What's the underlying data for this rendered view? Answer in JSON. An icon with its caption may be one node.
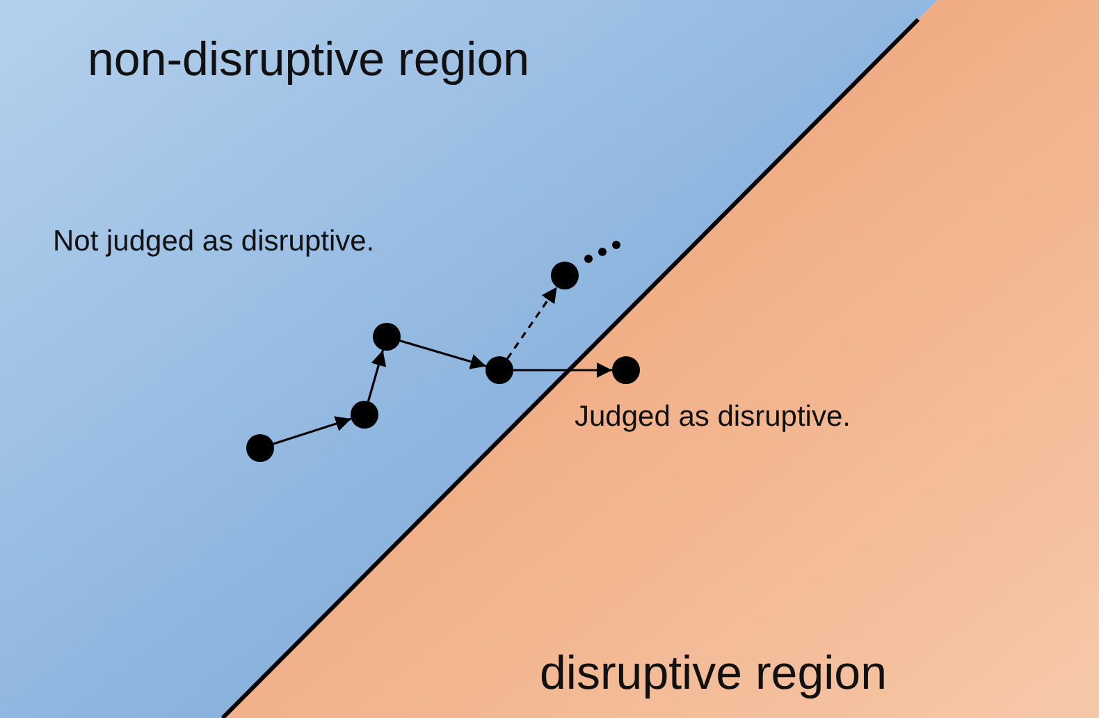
{
  "diagram": {
    "nodes": [
      {
        "text": [],
        "shape": "circle"
      },
      {
        "text": [],
        "shape": "circle"
      },
      {
        "text": [],
        "shape": "circle"
      },
      {
        "text": [],
        "shape": "circle"
      },
      {
        "text": [],
        "shape": "circle"
      },
      {
        "text": [],
        "shape": "circle"
      }
    ],
    "edges": [
      {
        "from": 0,
        "to": 1,
        "arrow": "to"
      },
      {
        "from": 1,
        "to": 2,
        "arrow": "to"
      },
      {
        "from": 2,
        "to": 3,
        "arrow": "to"
      },
      {
        "from": 3,
        "to": 4,
        "arrow": "to",
        "style": "dashed"
      },
      {
        "from": 3,
        "to": 5,
        "arrow": "to"
      }
    ],
    "labels": [
      "non-disruptive region",
      "Not judged as disruptive.",
      "Judged as disruptive.",
      "disruptive region"
    ]
  }
}
